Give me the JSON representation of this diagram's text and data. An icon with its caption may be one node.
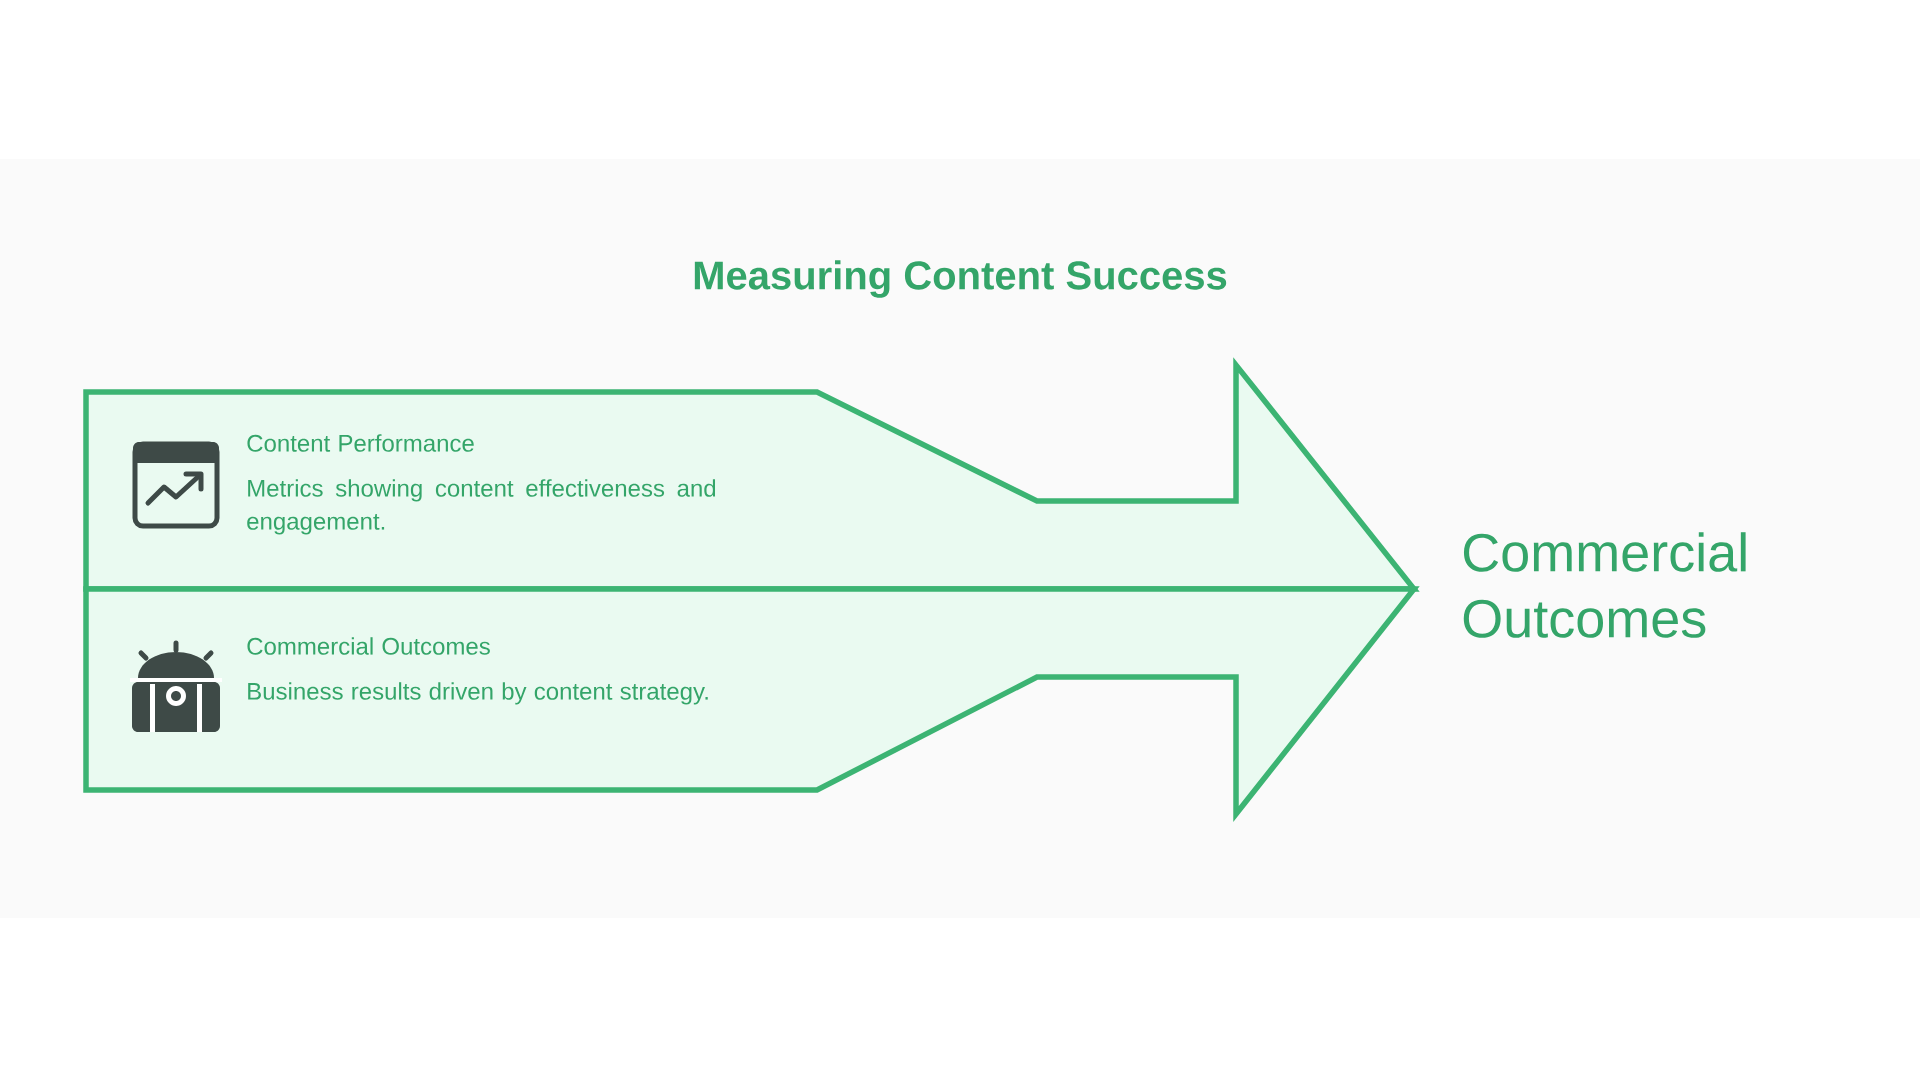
{
  "diagram": {
    "title": "Measuring Content Success",
    "nodes": [
      {
        "text": [
          "Content Performance",
          "Metrics showing content effectiveness and engagement."
        ]
      },
      {
        "text": [
          "Commercial Outcomes",
          "Business results driven by content strategy."
        ]
      },
      {
        "text": [
          "Commercial Outcomes"
        ]
      }
    ]
  }
}
